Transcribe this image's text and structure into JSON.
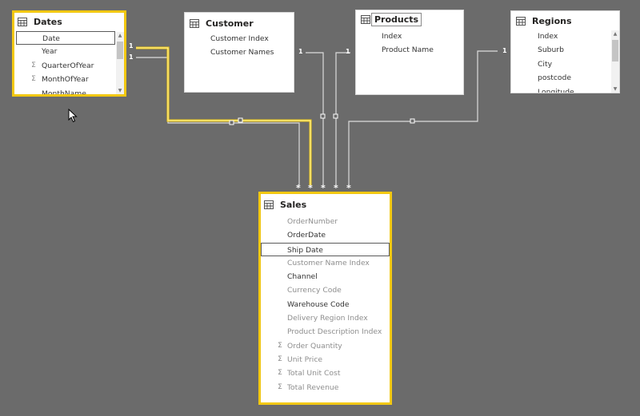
{
  "tables": {
    "dates": {
      "title": "Dates",
      "fields": [
        {
          "name": "Date",
          "sigma": false
        },
        {
          "name": "Year",
          "sigma": false
        },
        {
          "name": "QuarterOfYear",
          "sigma": true
        },
        {
          "name": "MonthOfYear",
          "sigma": true
        },
        {
          "name": "MonthName",
          "sigma": false
        }
      ]
    },
    "customer": {
      "title": "Customer",
      "fields": [
        {
          "name": "Customer Index",
          "sigma": false
        },
        {
          "name": "Customer Names",
          "sigma": false
        }
      ]
    },
    "products": {
      "title": "Products",
      "fields": [
        {
          "name": "Index",
          "sigma": false
        },
        {
          "name": "Product Name",
          "sigma": false
        }
      ]
    },
    "regions": {
      "title": "Regions",
      "fields": [
        {
          "name": "Index",
          "sigma": false
        },
        {
          "name": "Suburb",
          "sigma": false
        },
        {
          "name": "City",
          "sigma": false
        },
        {
          "name": "postcode",
          "sigma": false
        },
        {
          "name": "Longitude",
          "sigma": false
        }
      ]
    },
    "sales": {
      "title": "Sales",
      "fields": [
        {
          "name": "OrderNumber",
          "sigma": false
        },
        {
          "name": "OrderDate",
          "sigma": false
        },
        {
          "name": "Ship Date",
          "sigma": false
        },
        {
          "name": "Customer Name Index",
          "sigma": false
        },
        {
          "name": "Channel",
          "sigma": false
        },
        {
          "name": "Currency Code",
          "sigma": false
        },
        {
          "name": "Warehouse Code",
          "sigma": false
        },
        {
          "name": "Delivery Region Index",
          "sigma": false
        },
        {
          "name": "Product Description Index",
          "sigma": false
        },
        {
          "name": "Order Quantity",
          "sigma": true
        },
        {
          "name": "Unit Price",
          "sigma": true
        },
        {
          "name": "Total Unit Cost",
          "sigma": true
        },
        {
          "name": "Total Revenue",
          "sigma": true
        }
      ]
    }
  },
  "relationship_labels": {
    "one": "1",
    "many": "*"
  },
  "icons": {
    "table": "table-icon",
    "sum": "sigma-icon",
    "pointer": "mouse-pointer-icon"
  },
  "colors": {
    "canvas": "#6b6b6b",
    "selection": "#f2c811",
    "relationship_line": "#dcdcdc"
  }
}
